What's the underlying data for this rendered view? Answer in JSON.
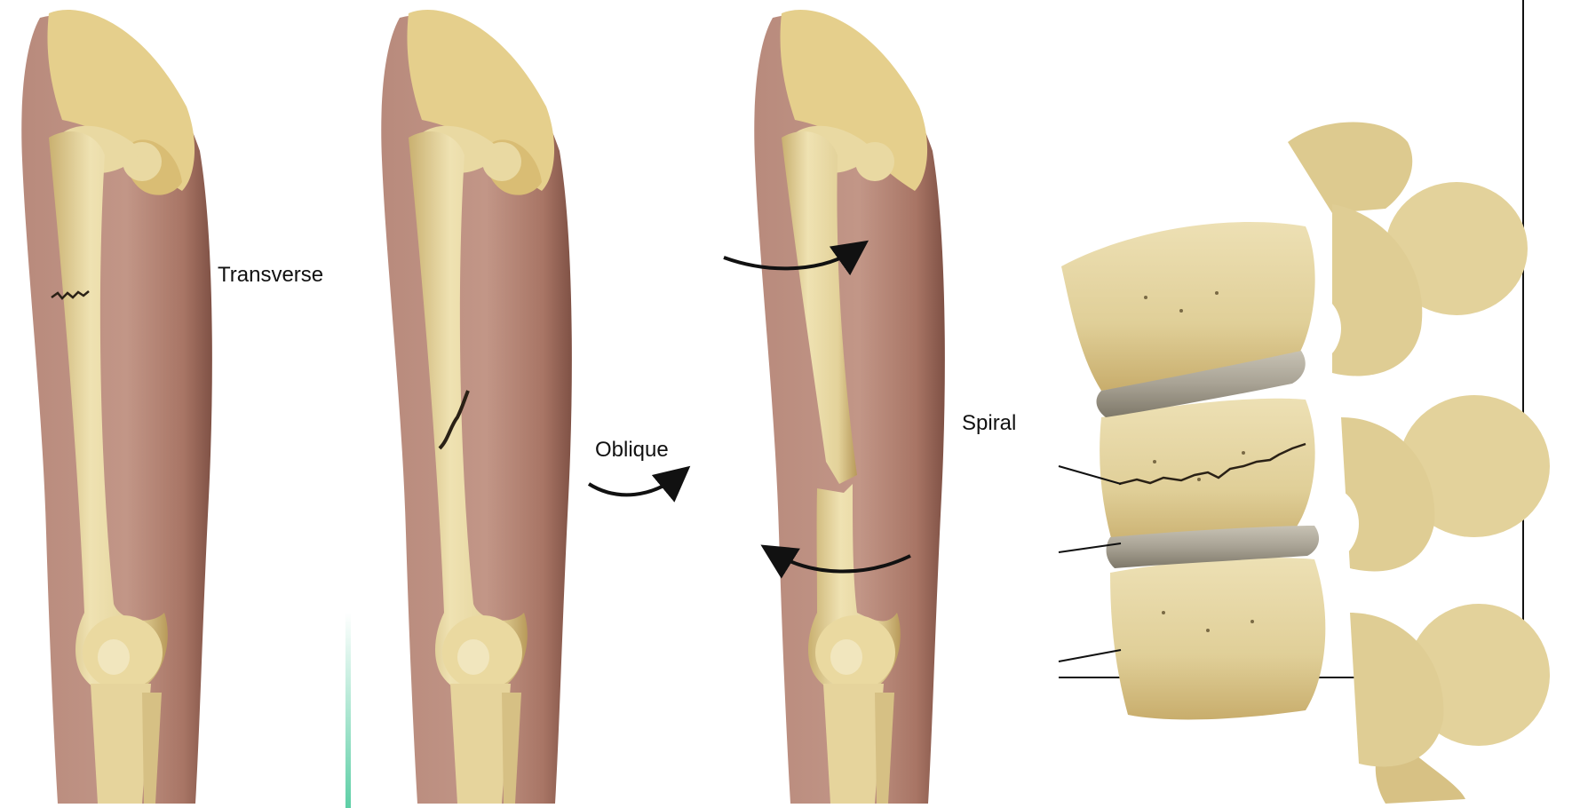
{
  "labels": {
    "transverse": "Transverse",
    "oblique": "Oblique",
    "spiral": "Spiral"
  },
  "colors": {
    "skin_light": "#c29687",
    "skin_dark": "#8f5e50",
    "bone_light": "#efe2b2",
    "bone_mid": "#dcc78c",
    "bone_shadow": "#b89a5a",
    "disc": "#a8a294",
    "fracture_line": "#2a2116",
    "arrow": "#111111",
    "accent_bar": "#5ecfa6"
  }
}
